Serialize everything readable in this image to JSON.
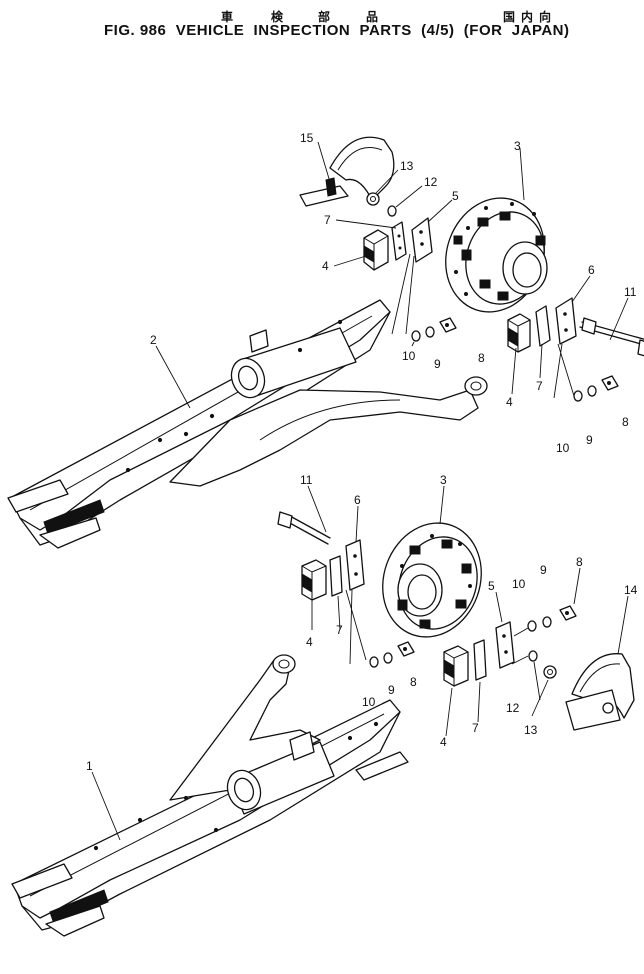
{
  "header": {
    "jp_labels": [
      "車",
      "検",
      "部",
      "品"
    ],
    "jp_region": [
      "国",
      "内",
      "向"
    ],
    "title": "FIG. 986  VEHICLE  INSPECTION  PARTS  (4/5)  (FOR  JAPAN)"
  },
  "callouts": {
    "top": {
      "c15": "15",
      "c13": "13",
      "c12": "12",
      "c3": "3",
      "c5": "5",
      "c7": "7",
      "c4": "4",
      "c2": "2",
      "c6": "6",
      "c11": "11",
      "c10a": "10",
      "c9a": "9",
      "c8a": "8",
      "c4b": "4",
      "c7b": "7",
      "c10b": "10",
      "c9b": "9",
      "c8b": "8"
    },
    "bottom": {
      "c11": "11",
      "c3": "3",
      "c6": "6",
      "c8a": "8",
      "c10a": "10",
      "c9a": "9",
      "c14": "14",
      "c4a": "4",
      "c7a": "7",
      "c5": "5",
      "c10b": "10",
      "c9b": "9",
      "c8b": "8",
      "c1": "1",
      "c4b": "4",
      "c7b": "7",
      "c12": "12",
      "c13": "13"
    }
  }
}
